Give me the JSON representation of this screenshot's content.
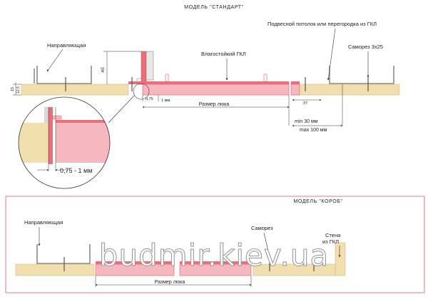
{
  "colors": {
    "gkl_beige": "#F2DFB0",
    "hatch_red": "#E9707A",
    "hatch_pink": "#F6B7BE",
    "profile_gray": "#8A8A8A",
    "frame_border": "#E05A66"
  },
  "top": {
    "title": "МОДЕЛЬ \"СТАНДАРТ\"",
    "label_guide": "Направляющая",
    "label_gkl": "Влагостойкий ГКЛ",
    "label_ceiling": "Подвесной потолок или перегородка из ГКЛ",
    "label_screw": "Саморез 3х25",
    "dim_40": "40",
    "dim_15": "15",
    "dim_125": "12,5",
    "dim_075": "0,75",
    "dim_1mm": "1 мм.",
    "dim_hatch_size": "Размер люка",
    "dim_37": "37",
    "dim_min": "min 30 мм",
    "dim_max": "max 100 мм",
    "zoom_dim": "0,75 - 1 мм"
  },
  "bottom": {
    "title": "МОДЕЛЬ \"КОРОБ\"",
    "label_guide": "Направляющая",
    "label_screw": "Саморез",
    "label_wall_1": "Стена",
    "label_wall_2": "из ГКЛ",
    "dim_hatch_size": "Размер люка"
  },
  "watermark": "budmir.kiev.ua"
}
